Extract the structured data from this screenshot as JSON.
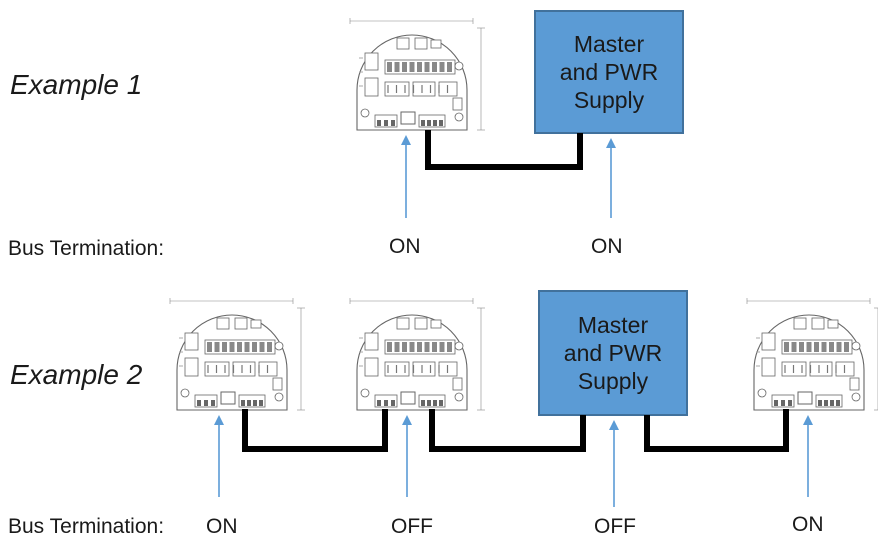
{
  "examples": [
    {
      "title": "Example 1",
      "master_label": "Master\nand PWR\nSupply",
      "bus_termination_label": "Bus Termination:",
      "terminations": [
        "ON",
        "ON"
      ]
    },
    {
      "title": "Example 2",
      "master_label": "Master\nand PWR\nSupply",
      "bus_termination_label": "Bus Termination:",
      "terminations": [
        "ON",
        "OFF",
        "OFF",
        "ON"
      ]
    }
  ],
  "colors": {
    "master_fill": "#5b9bd5",
    "master_border": "#41719c",
    "arrow": "#5b9bd5",
    "cable": "#000000"
  }
}
